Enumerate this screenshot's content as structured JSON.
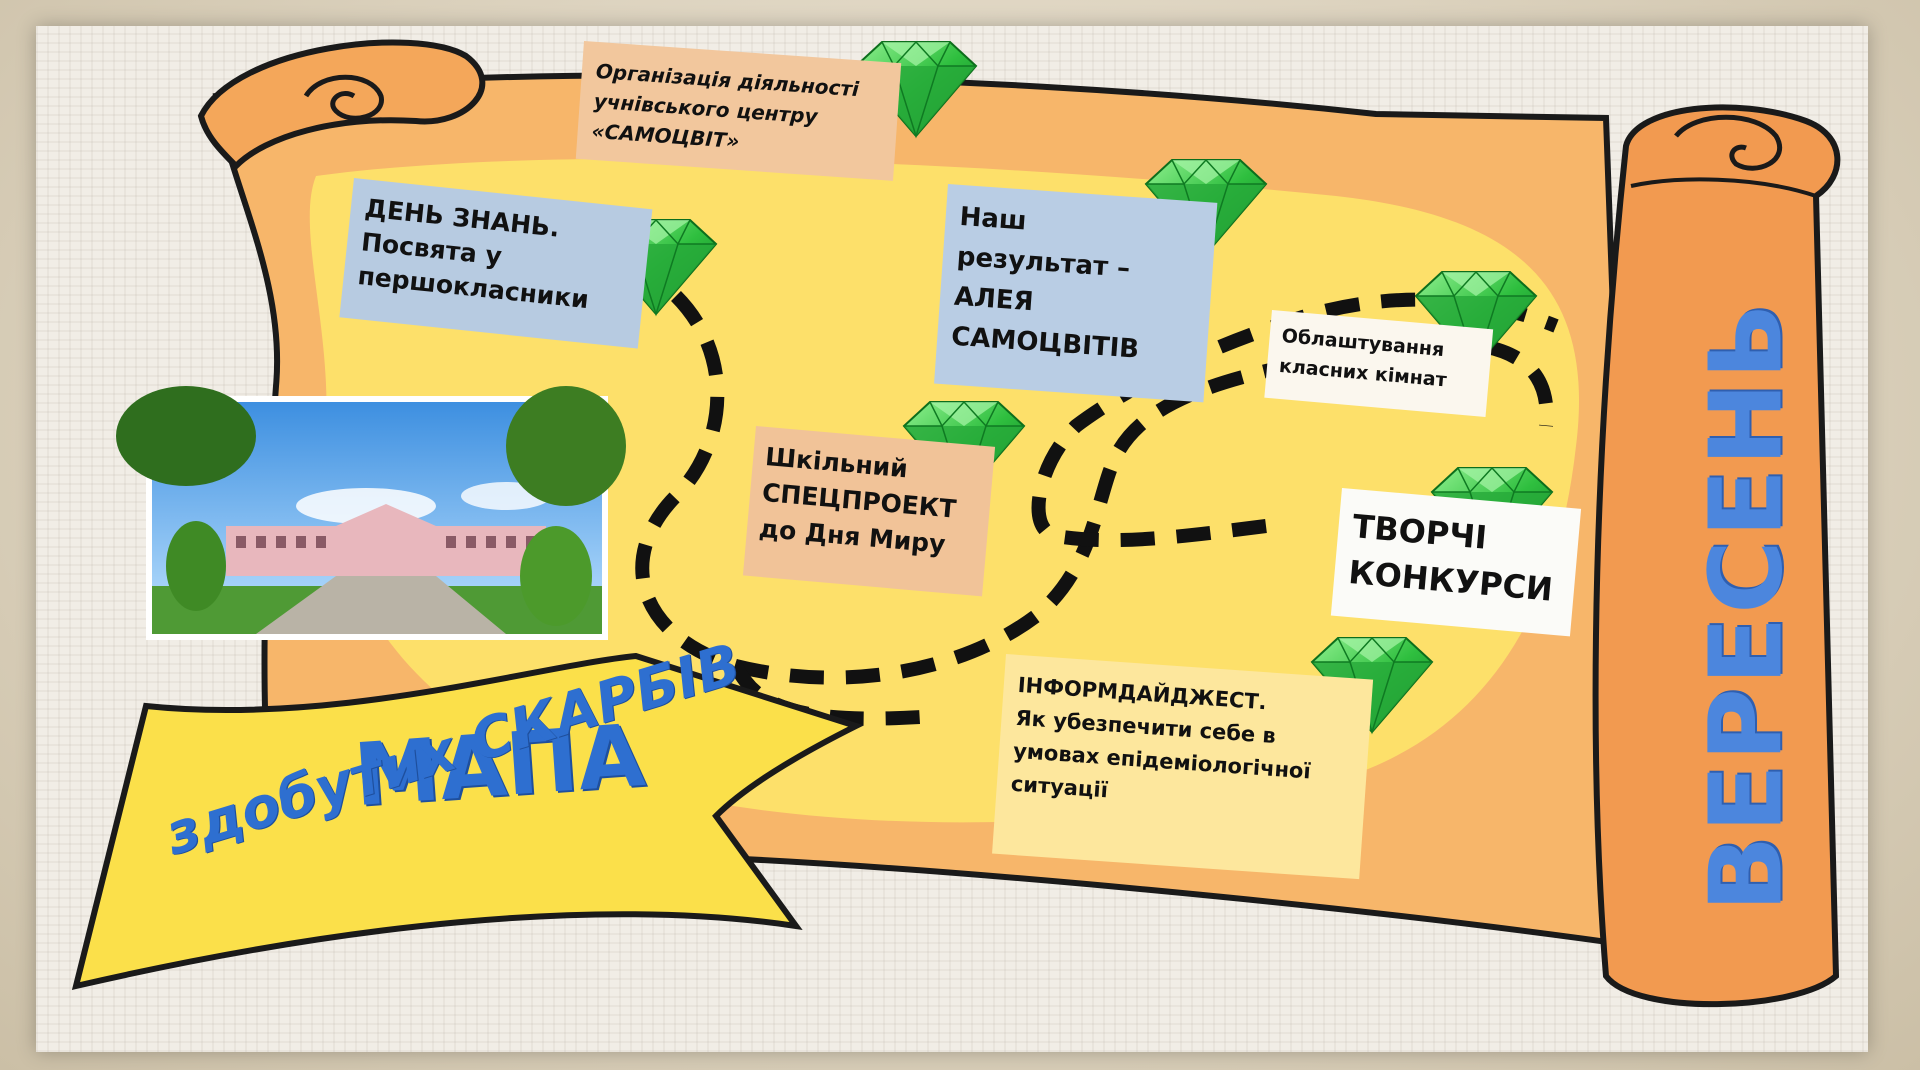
{
  "title": {
    "main": "МАПА",
    "subtitle": "здобутих СКАРБІВ"
  },
  "month": "ВЕРЕСЕНЬ",
  "cards": {
    "knowledge_day": [
      "ДЕНЬ ЗНАНЬ.",
      "Посвята у",
      "першокласники"
    ],
    "organization": [
      "Організація діяльності",
      "учнівського центру",
      "«САМОЦВІТ»"
    ],
    "result": [
      "Наш",
      "результат –",
      "АЛЕЯ",
      "САМОЦВІТІВ"
    ],
    "classrooms": [
      "Облаштування",
      "класних кімнат"
    ],
    "special_project": [
      "Шкільний",
      "СПЕЦПРОЕКТ",
      "до Дня Миру"
    ],
    "creative": [
      "ТВОРЧІ",
      "КОНКУРСИ"
    ],
    "infodigest": [
      "ІНФОРМДАЙДЖЕСТ.",
      "Як убезпечити себе в",
      "умовах епідеміологічної",
      "ситуації"
    ]
  },
  "icons": {
    "gem": "emerald-gem-icon",
    "photo": "school-building-photo"
  },
  "colors": {
    "scroll": "#f7b66a",
    "scroll_highlight": "#fde36a",
    "gem": "#37c24a",
    "banner": "#fbe04a",
    "title_text": "#2e6fd0",
    "path": "#111111"
  }
}
